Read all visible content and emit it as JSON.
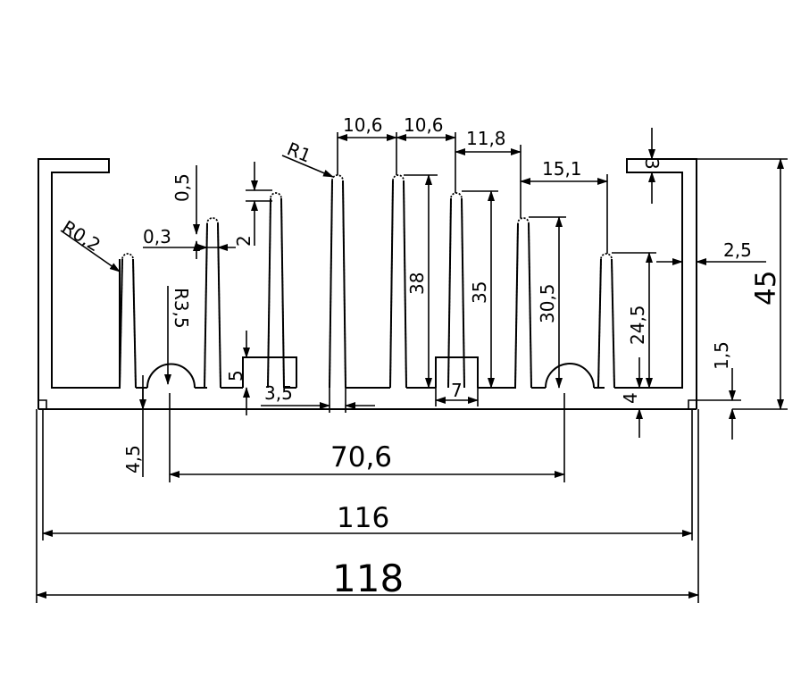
{
  "drawing": {
    "line_color": "#000000",
    "background": "#ffffff"
  },
  "dimensions": {
    "fin_pitch_1": "10,6",
    "fin_pitch_2": "10,6",
    "fin_pitch_3": "11,8",
    "fin_pitch_4": "15,1",
    "radius_fin_tip": "R1",
    "radius_edge": "R0,2",
    "tip_offset": "0,5",
    "fin_thickness_tip": "0,3",
    "fin_step": "2",
    "groove_radius": "R3,5",
    "lip_height": "3",
    "fin_height_38": "38",
    "fin_height_35": "35",
    "fin_height_30_5": "30,5",
    "fin_height_24_5": "24,5",
    "side_gap": "2,5",
    "total_height": "45",
    "base_thickness": "1,5",
    "foot_step": "4",
    "groove_depth": "5",
    "fin_base_width": "3,5",
    "slot_width": "7",
    "base_offset": "4,5",
    "groove_span": "70,6",
    "inner_width": "116",
    "overall_width": "118"
  }
}
